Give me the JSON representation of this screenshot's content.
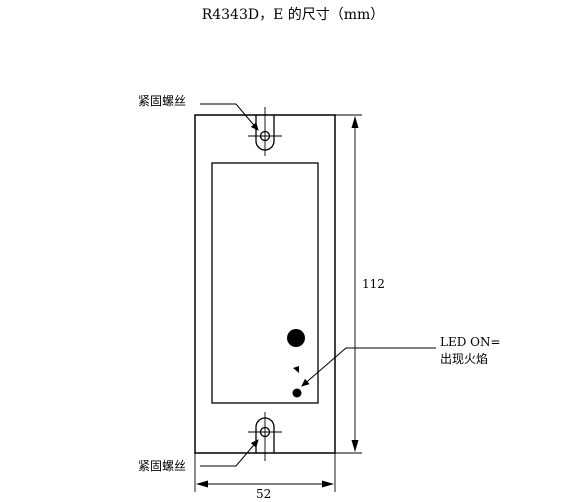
{
  "title": "R4343D，E 的尺寸（mm）",
  "labels": {
    "screw_top": "紧固螺丝",
    "screw_bottom": "紧固螺丝",
    "led_line1": "LED ON=",
    "led_line2": "出现火焰"
  },
  "dimensions": {
    "height_label": "112",
    "width_label": "52"
  }
}
